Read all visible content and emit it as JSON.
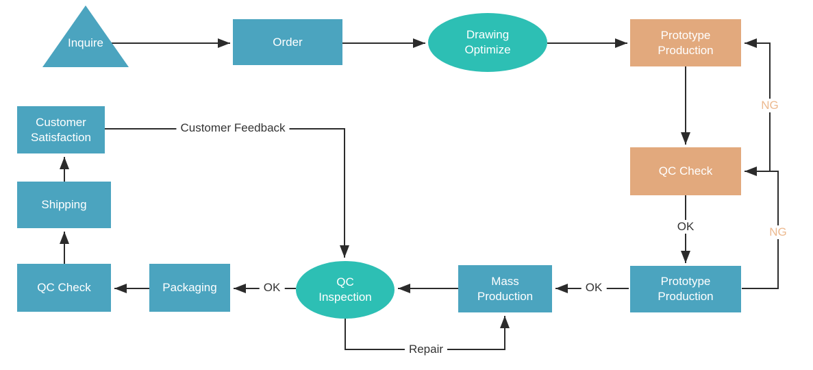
{
  "colors": {
    "bg": "#ffffff",
    "node_blue": "#4ba4bf",
    "node_teal": "#2dbfb4",
    "node_orange": "#e2a97d",
    "node_text": "#ffffff",
    "line": "#2b2b2b",
    "label_text": "#333333",
    "ng_text": "#ecb98f"
  },
  "nodes": {
    "inquire": {
      "label": "Inquire",
      "shape": "triangle",
      "color": "blue"
    },
    "order": {
      "label": "Order",
      "shape": "rect",
      "color": "blue"
    },
    "drawing_optimize": {
      "label": "Drawing Optimize",
      "shape": "ellipse",
      "color": "teal"
    },
    "prototype_production_1": {
      "label": "Prototype Production",
      "shape": "rect",
      "color": "orange"
    },
    "qc_check_1": {
      "label": "QC Check",
      "shape": "rect",
      "color": "orange"
    },
    "prototype_production_2": {
      "label": "Prototype Production",
      "shape": "rect",
      "color": "blue"
    },
    "mass_production": {
      "label": "Mass Production",
      "shape": "rect",
      "color": "blue"
    },
    "qc_inspection": {
      "label": "QC Inspection",
      "shape": "ellipse",
      "color": "teal"
    },
    "packaging": {
      "label": "Packaging",
      "shape": "rect",
      "color": "blue"
    },
    "qc_check_2": {
      "label": "QC Check",
      "shape": "rect",
      "color": "blue"
    },
    "shipping": {
      "label": "Shipping",
      "shape": "rect",
      "color": "blue"
    },
    "customer_satisfaction": {
      "label": "Customer Satisfaction",
      "shape": "rect",
      "color": "blue"
    }
  },
  "labels": {
    "ng_top": "NG",
    "ng_bottom": "NG",
    "ok_qc_check": "OK",
    "ok_prototype": "OK",
    "ok_inspection": "OK",
    "customer_feedback": "Customer Feedback",
    "repair": "Repair"
  },
  "edges": [
    {
      "from": "inquire",
      "to": "order",
      "label": ""
    },
    {
      "from": "order",
      "to": "drawing_optimize",
      "label": ""
    },
    {
      "from": "drawing_optimize",
      "to": "prototype_production_1",
      "label": ""
    },
    {
      "from": "prototype_production_1",
      "to": "qc_check_1",
      "label": ""
    },
    {
      "from": "qc_check_1",
      "to": "prototype_production_2",
      "label": "OK"
    },
    {
      "from": "qc_check_1",
      "to": "prototype_production_1",
      "label": "NG"
    },
    {
      "from": "prototype_production_2",
      "to": "qc_check_1",
      "label": "NG"
    },
    {
      "from": "prototype_production_2",
      "to": "mass_production",
      "label": "OK"
    },
    {
      "from": "mass_production",
      "to": "qc_inspection",
      "label": ""
    },
    {
      "from": "qc_inspection",
      "to": "packaging",
      "label": "OK"
    },
    {
      "from": "qc_inspection",
      "to": "mass_production",
      "label": "Repair"
    },
    {
      "from": "packaging",
      "to": "qc_check_2",
      "label": ""
    },
    {
      "from": "qc_check_2",
      "to": "shipping",
      "label": ""
    },
    {
      "from": "shipping",
      "to": "customer_satisfaction",
      "label": ""
    },
    {
      "from": "customer_satisfaction",
      "to": "qc_inspection",
      "label": "Customer Feedback"
    }
  ]
}
